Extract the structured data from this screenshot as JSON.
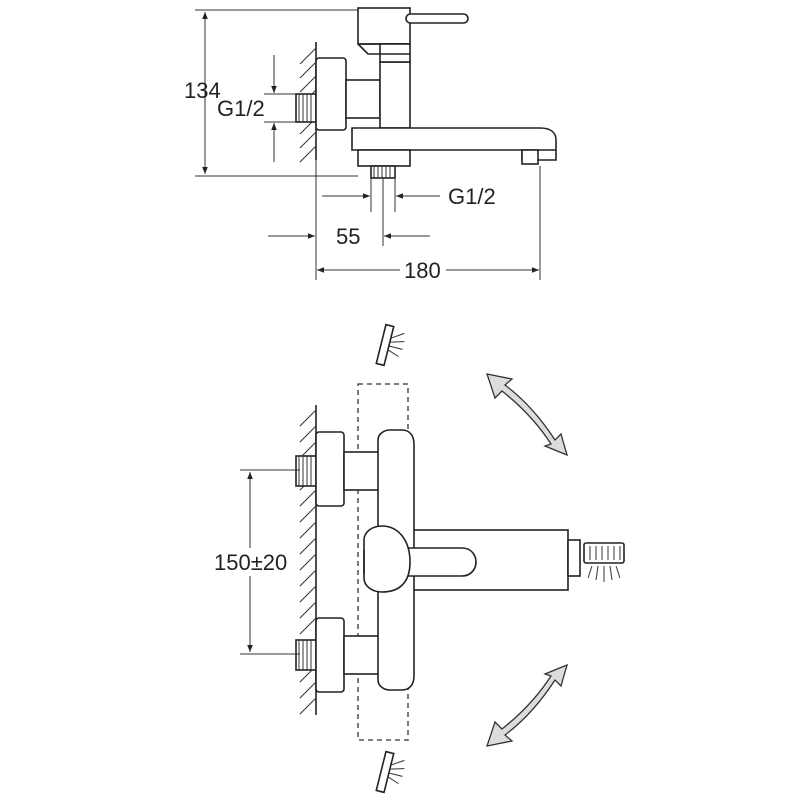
{
  "side_view": {
    "dim_height": "134",
    "dim_inlet_thread": "G1/2",
    "dim_outlet_thread": "G1/2",
    "dim_wall_to_outlet": "55",
    "dim_spout_reach": "180"
  },
  "front_view": {
    "dim_inlet_spacing": "150±20"
  }
}
